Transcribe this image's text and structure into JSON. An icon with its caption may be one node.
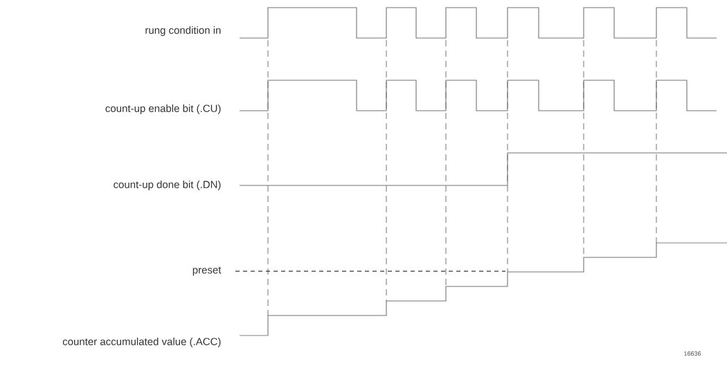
{
  "diagram": {
    "labels": [
      "rung condition in",
      "count-up enable bit (.CU)",
      "count-up done bit (.DN)",
      "preset",
      "counter accumulated value (.ACC)",
      "16636"
    ]
  }
}
